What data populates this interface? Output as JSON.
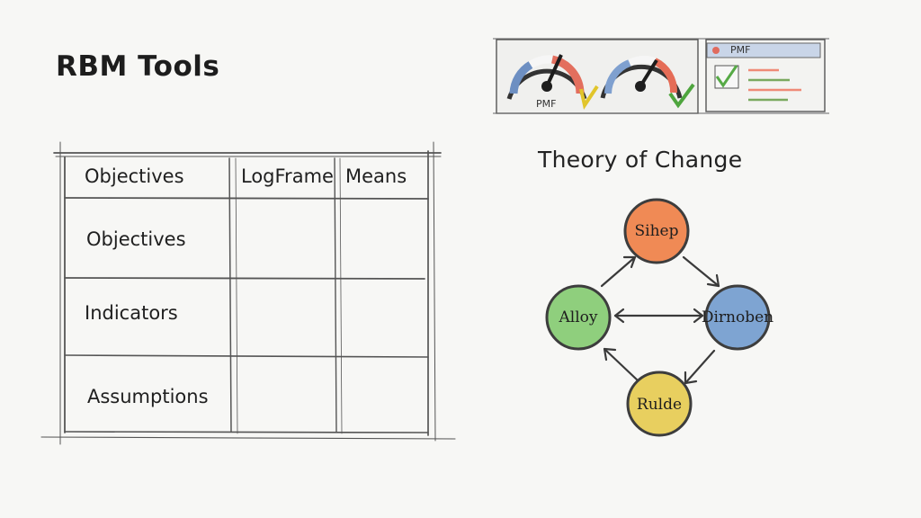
{
  "page": {
    "title": "RBM Tools"
  },
  "table": {
    "headers": [
      "Objectives",
      "LogFrame",
      "Means"
    ],
    "rows": [
      "Objectives",
      "Indicators",
      "Assumptions"
    ]
  },
  "dashboard": {
    "gauge_label": "PMF",
    "window_label": "PMF"
  },
  "theory_of_change": {
    "title": "Theory of Change",
    "nodes": [
      {
        "label": "Sihep",
        "color": "#f08a55"
      },
      {
        "label": "Dirnoben",
        "color": "#7ea4d2"
      },
      {
        "label": "Rulde",
        "color": "#e8cf5f"
      },
      {
        "label": "Alloy",
        "color": "#8fcf7d"
      }
    ]
  }
}
